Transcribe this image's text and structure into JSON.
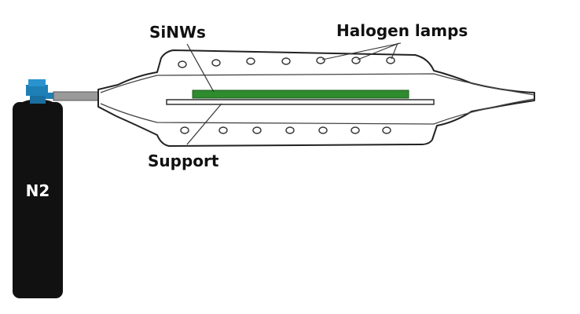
{
  "labels": {
    "sinws": "SiNWs",
    "halogen_lamps": "Halogen lamps",
    "support": "Support",
    "gas_cylinder": "N2"
  },
  "colors": {
    "sample": "#2e8b2e",
    "valve": "#1e7fb5",
    "cylinder": "#111111",
    "outline": "#222222",
    "pipe": "#8c8c8c"
  },
  "icons": {
    "lamp": "halogen-lamp-icon",
    "cylinder": "gas-cylinder-icon",
    "valve": "valve-icon"
  }
}
